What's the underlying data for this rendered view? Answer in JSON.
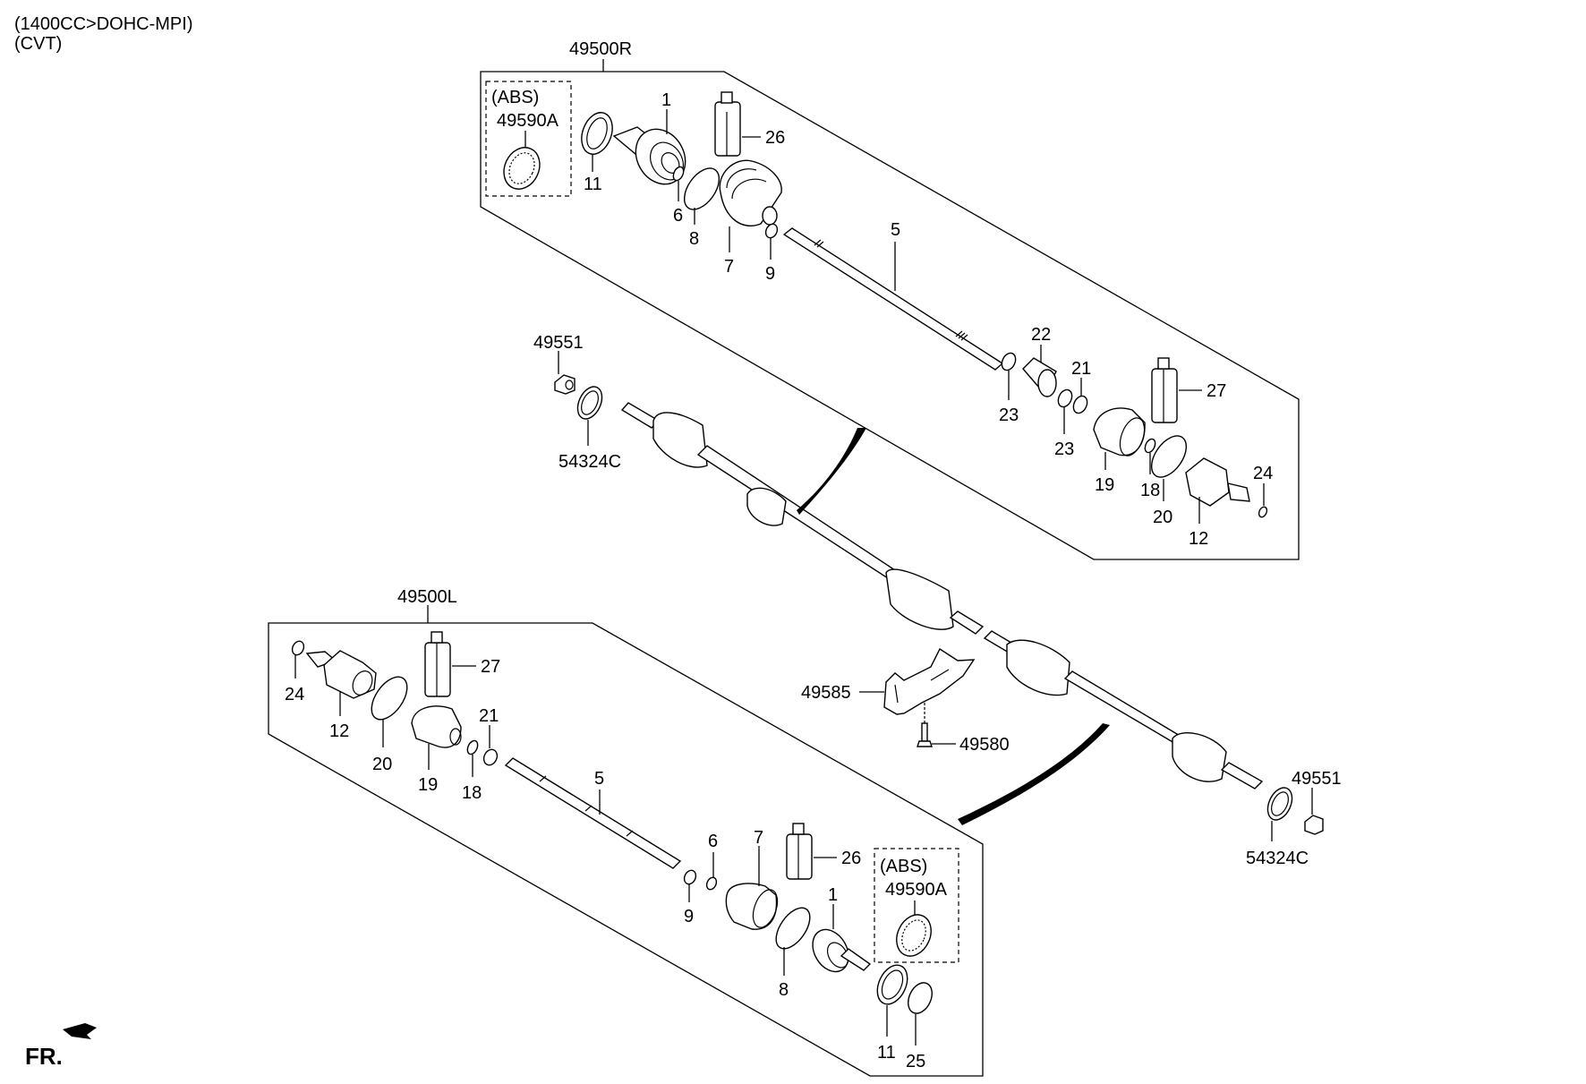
{
  "header": {
    "line1": "(1400CC>DOHC-MPI)",
    "line2": "(CVT)"
  },
  "orientation": {
    "label": "FR.",
    "icon": "front-direction-arrow-icon"
  },
  "assemblies": {
    "right": {
      "part_no": "49500R",
      "abs_note": "(ABS)",
      "abs_part": "49590A",
      "callouts": {
        "p1": "1",
        "p11": "11",
        "p6": "6",
        "p8": "8",
        "p7": "7",
        "p9": "9",
        "p26": "26",
        "p5": "5",
        "p22": "22",
        "p23a": "23",
        "p23b": "23",
        "p21": "21",
        "p27": "27",
        "p19": "19",
        "p18": "18",
        "p20": "20",
        "p12": "12",
        "p24": "24"
      }
    },
    "left": {
      "part_no": "49500L",
      "abs_note": "(ABS)",
      "abs_part": "49590A",
      "callouts": {
        "p24": "24",
        "p12": "12",
        "p20": "20",
        "p19": "19",
        "p18": "18",
        "p21": "21",
        "p27": "27",
        "p5": "5",
        "p6": "6",
        "p9": "9",
        "p7": "7",
        "p8": "8",
        "p26": "26",
        "p1": "1",
        "p11": "11",
        "p25": "25"
      }
    }
  },
  "loose_parts": {
    "nut_upper": "49551",
    "washer_upper": "54324C",
    "bracket": "49585",
    "bolt": "49580",
    "nut_lower": "49551",
    "washer_lower": "54324C"
  }
}
